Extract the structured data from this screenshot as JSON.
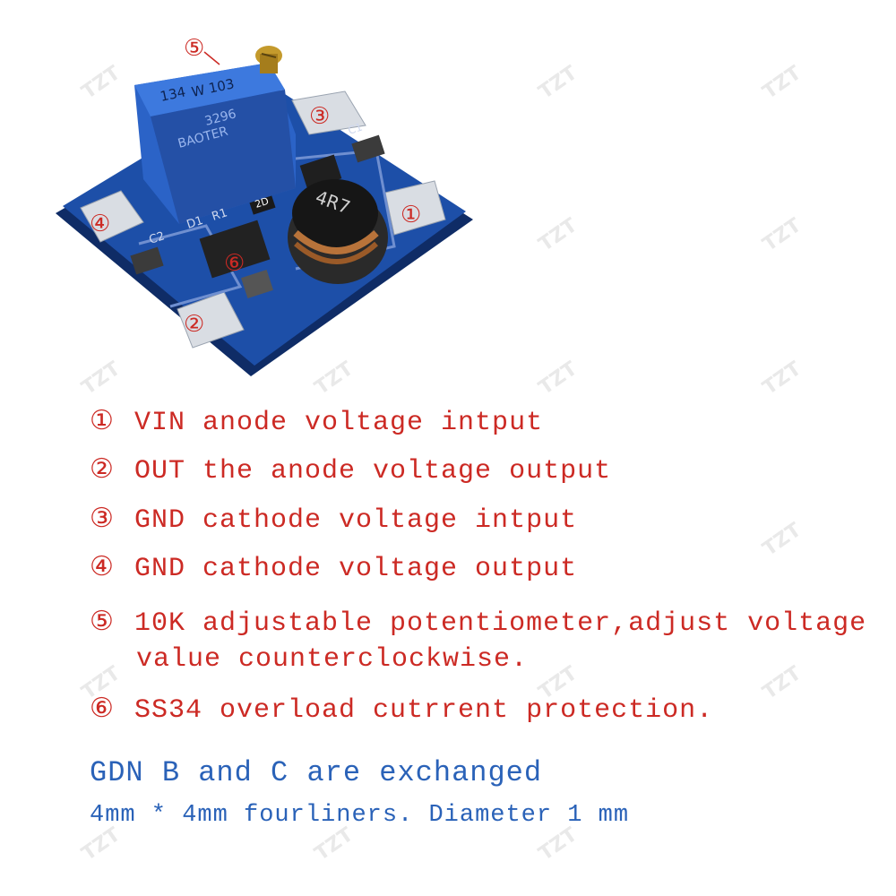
{
  "board": {
    "callouts": [
      "⑤",
      "③",
      "①",
      "④",
      "⑥",
      "②"
    ],
    "pot_markings": [
      "134",
      "W 103",
      "BAOTER",
      "3296"
    ],
    "inductor_marking": "4R7",
    "silk_labels": [
      "R1",
      "D1",
      "C2",
      "C1",
      "2D"
    ]
  },
  "watermark": "TZT",
  "legend": [
    {
      "num": "①",
      "text": "VIN anode voltage intput"
    },
    {
      "num": "②",
      "text": "OUT the anode voltage output"
    },
    {
      "num": "③",
      "text": "GND cathode voltage intput"
    },
    {
      "num": "④",
      "text": "GND cathode voltage output"
    },
    {
      "num": "⑤",
      "text": "10K adjustable potentiometer,adjust voltage",
      "text2": "value counterclockwise."
    },
    {
      "num": "⑥",
      "text": "SS34 overload cutrrent protection."
    }
  ],
  "notes": {
    "line1": "GDN B and C are exchanged",
    "line2": "4mm * 4mm fourliners. Diameter 1 mm"
  },
  "colors": {
    "label_red": "#cc2a24",
    "note_blue": "#2a62b8",
    "pcb_blue": "#1d4fa8",
    "pot_blue": "#2b63c7"
  }
}
